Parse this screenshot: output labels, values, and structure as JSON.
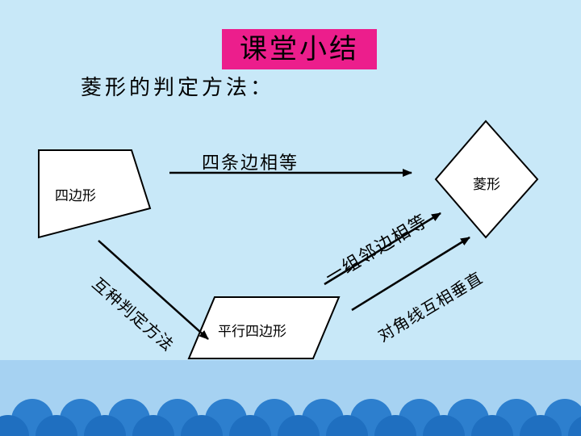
{
  "slide": {
    "title": "课堂小结",
    "subtitle": "菱形的判定方法：",
    "title_bg": "#ec1e8c",
    "background": "#c8e8f8"
  },
  "diagram": {
    "nodes": {
      "quadrilateral": "四边形",
      "parallelogram": "平行四边形",
      "rhombus": "菱形"
    },
    "arrows": {
      "four_sides_equal": "四条边相等",
      "two_methods": "互种判定方法",
      "adjacent_sides_equal": "一组邻边相等",
      "diagonals_perpendicular": "对角线互相垂直"
    }
  }
}
